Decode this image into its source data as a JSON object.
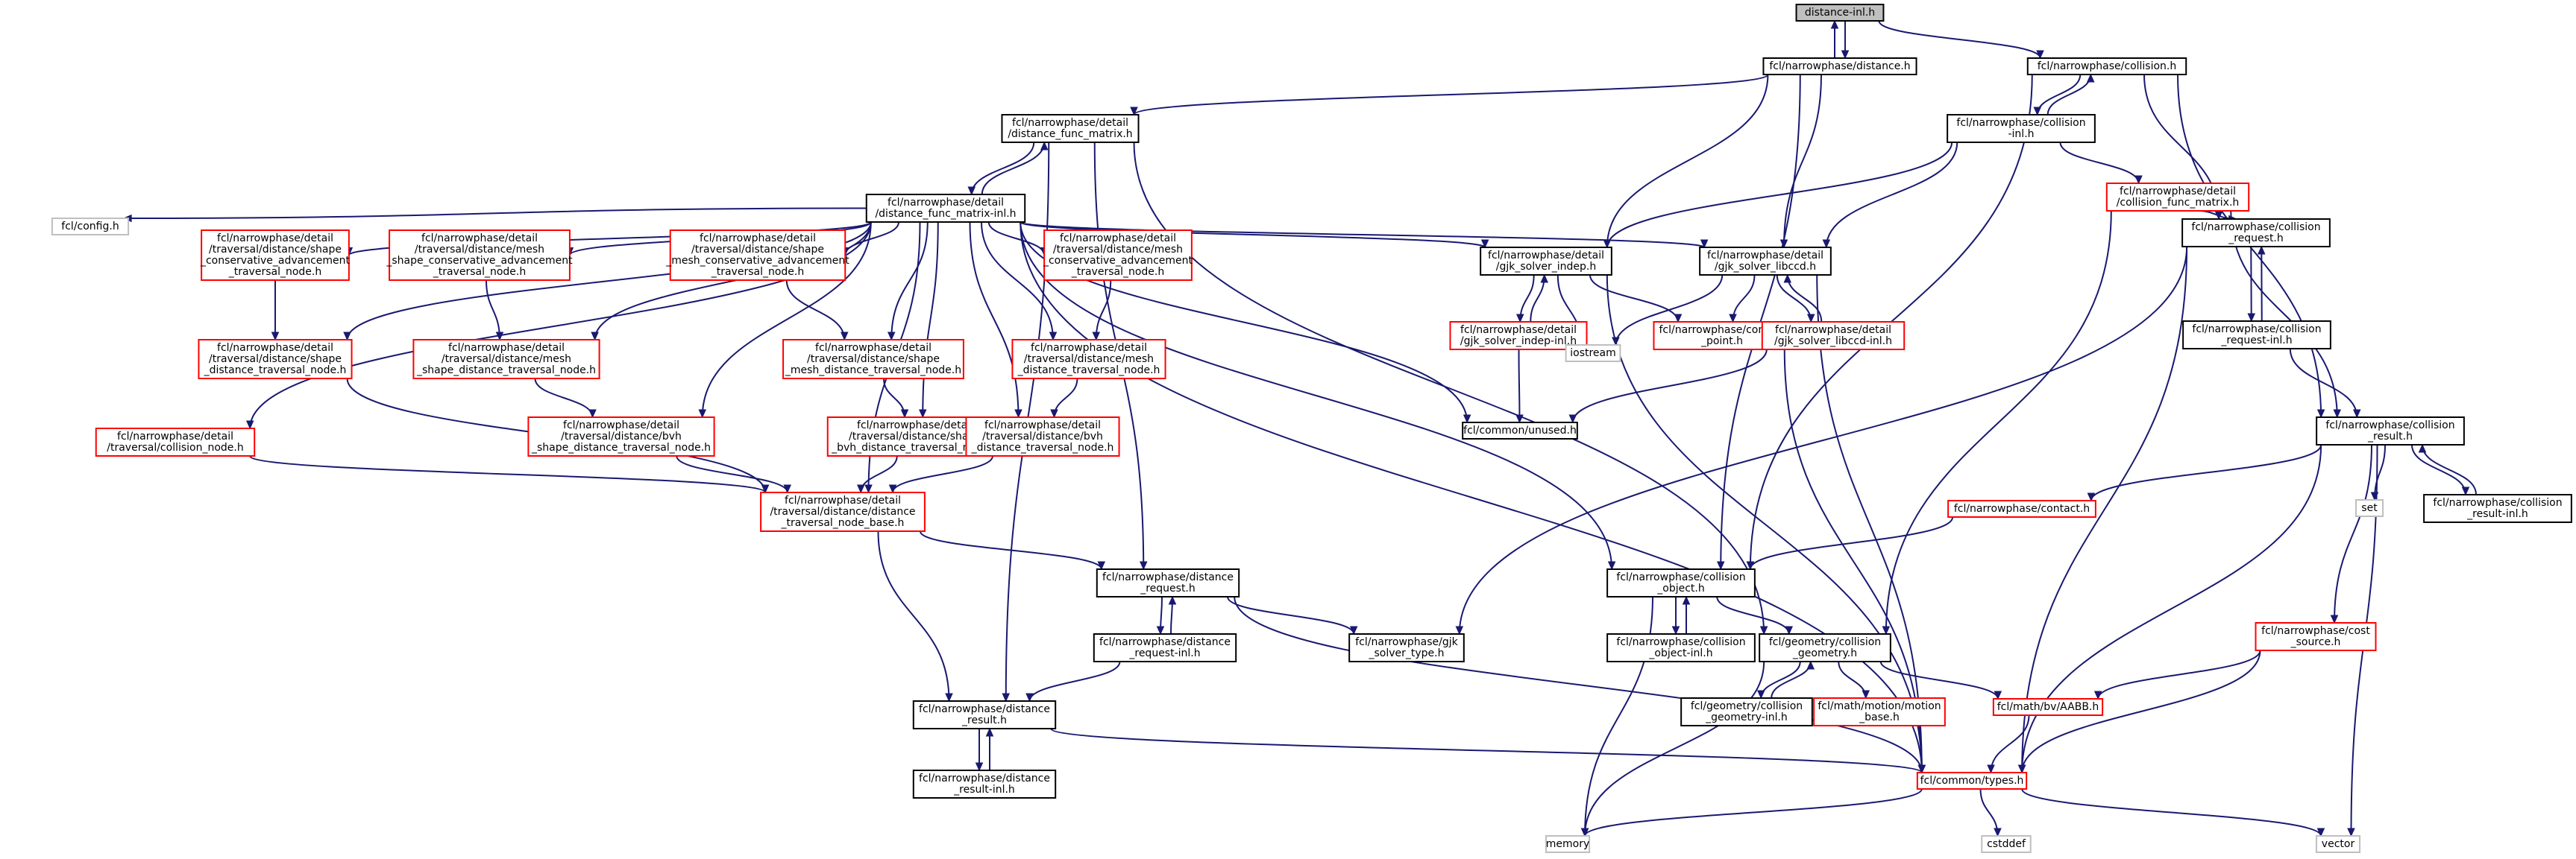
{
  "colors": {
    "edge": "#191970",
    "black_border": "#000000",
    "red_border": "#ff0000",
    "gray_border": "#bfbfbf",
    "root_fill": "#bfbfbf"
  },
  "graph": {
    "nodes": [
      {
        "id": "root",
        "lines": [
          "distance-inl.h"
        ],
        "kind": "root"
      },
      {
        "id": "nd",
        "lines": [
          "fcl/narrowphase/distance.h"
        ],
        "kind": "black"
      },
      {
        "id": "nc",
        "lines": [
          "fcl/narrowphase/collision.h"
        ],
        "kind": "black"
      },
      {
        "id": "dfm",
        "lines": [
          "fcl/narrowphase/detail",
          "/distance_func_matrix.h"
        ],
        "kind": "black"
      },
      {
        "id": "nci",
        "lines": [
          "fcl/narrowphase/collision",
          "-inl.h"
        ],
        "kind": "black"
      },
      {
        "id": "dfmi",
        "lines": [
          "fcl/narrowphase/detail",
          "/distance_func_matrix-inl.h"
        ],
        "kind": "black"
      },
      {
        "id": "cfm",
        "lines": [
          "fcl/narrowphase/detail",
          "/collision_func_matrix.h"
        ],
        "kind": "red"
      },
      {
        "id": "cfg",
        "lines": [
          "fcl/config.h"
        ],
        "kind": "gray"
      },
      {
        "id": "scatn",
        "lines": [
          "fcl/narrowphase/detail",
          "/traversal/distance/shape",
          "_conservative_advancement",
          "_traversal_node.h"
        ],
        "kind": "red"
      },
      {
        "id": "mscatn",
        "lines": [
          "fcl/narrowphase/detail",
          "/traversal/distance/mesh",
          "_shape_conservative_advancement",
          "_traversal_node.h"
        ],
        "kind": "red"
      },
      {
        "id": "smcatn",
        "lines": [
          "fcl/narrowphase/detail",
          "/traversal/distance/shape",
          "_mesh_conservative_advancement",
          "_traversal_node.h"
        ],
        "kind": "red"
      },
      {
        "id": "mcatn",
        "lines": [
          "fcl/narrowphase/detail",
          "/traversal/distance/mesh",
          "_conservative_advancement",
          "_traversal_node.h"
        ],
        "kind": "red"
      },
      {
        "id": "gji",
        "lines": [
          "fcl/narrowphase/detail",
          "/gjk_solver_indep.h"
        ],
        "kind": "black"
      },
      {
        "id": "gjl",
        "lines": [
          "fcl/narrowphase/detail",
          "/gjk_solver_libccd.h"
        ],
        "kind": "black"
      },
      {
        "id": "creq",
        "lines": [
          "fcl/narrowphase/collision",
          "_request.h"
        ],
        "kind": "black"
      },
      {
        "id": "sdtn",
        "lines": [
          "fcl/narrowphase/detail",
          "/traversal/distance/shape",
          "_distance_traversal_node.h"
        ],
        "kind": "red"
      },
      {
        "id": "msdtn",
        "lines": [
          "fcl/narrowphase/detail",
          "/traversal/distance/mesh",
          "_shape_distance_traversal_node.h"
        ],
        "kind": "red"
      },
      {
        "id": "smdtn",
        "lines": [
          "fcl/narrowphase/detail",
          "/traversal/distance/shape",
          "_mesh_distance_traversal_node.h"
        ],
        "kind": "red"
      },
      {
        "id": "mdtn",
        "lines": [
          "fcl/narrowphase/detail",
          "/traversal/distance/mesh",
          "_distance_traversal_node.h"
        ],
        "kind": "red"
      },
      {
        "id": "gjii",
        "lines": [
          "fcl/narrowphase/detail",
          "/gjk_solver_indep-inl.h"
        ],
        "kind": "red"
      },
      {
        "id": "ios",
        "lines": [
          "iostream"
        ],
        "kind": "gray"
      },
      {
        "id": "cp",
        "lines": [
          "fcl/narrowphase/contact",
          "_point.h"
        ],
        "kind": "red"
      },
      {
        "id": "gjli",
        "lines": [
          "fcl/narrowphase/detail",
          "/gjk_solver_libccd-inl.h"
        ],
        "kind": "red"
      },
      {
        "id": "creqi",
        "lines": [
          "fcl/narrowphase/collision",
          "_request-inl.h"
        ],
        "kind": "black"
      },
      {
        "id": "ctn",
        "lines": [
          "fcl/narrowphase/detail",
          "/traversal/collision_node.h"
        ],
        "kind": "red"
      },
      {
        "id": "bsdtn",
        "lines": [
          "fcl/narrowphase/detail",
          "/traversal/distance/bvh",
          "_shape_distance_traversal_node.h"
        ],
        "kind": "red"
      },
      {
        "id": "sbdtn",
        "lines": [
          "fcl/narrowphase/detail",
          "/traversal/distance/shape",
          "_bvh_distance_traversal_node.h"
        ],
        "kind": "red"
      },
      {
        "id": "bdtn",
        "lines": [
          "fcl/narrowphase/detail",
          "/traversal/distance/bvh",
          "_distance_traversal_node.h"
        ],
        "kind": "red"
      },
      {
        "id": "unused",
        "lines": [
          "fcl/common/unused.h"
        ],
        "kind": "black"
      },
      {
        "id": "cres",
        "lines": [
          "fcl/narrowphase/collision",
          "_result.h"
        ],
        "kind": "black"
      },
      {
        "id": "dtnb",
        "lines": [
          "fcl/narrowphase/detail",
          "/traversal/distance/distance",
          "_traversal_node_base.h"
        ],
        "kind": "red"
      },
      {
        "id": "contact",
        "lines": [
          "fcl/narrowphase/contact.h"
        ],
        "kind": "red"
      },
      {
        "id": "set",
        "lines": [
          "set"
        ],
        "kind": "gray"
      },
      {
        "id": "cresi",
        "lines": [
          "fcl/narrowphase/collision",
          "_result-inl.h"
        ],
        "kind": "black"
      },
      {
        "id": "dreq",
        "lines": [
          "fcl/narrowphase/distance",
          "_request.h"
        ],
        "kind": "black"
      },
      {
        "id": "cobj",
        "lines": [
          "fcl/narrowphase/collision",
          "_object.h"
        ],
        "kind": "black"
      },
      {
        "id": "gst",
        "lines": [
          "fcl/narrowphase/gjk",
          "_solver_type.h"
        ],
        "kind": "black"
      },
      {
        "id": "dreqi",
        "lines": [
          "fcl/narrowphase/distance",
          "_request-inl.h"
        ],
        "kind": "black"
      },
      {
        "id": "cobji",
        "lines": [
          "fcl/narrowphase/collision",
          "_object-inl.h"
        ],
        "kind": "black"
      },
      {
        "id": "cgeo",
        "lines": [
          "fcl/geometry/collision",
          "_geometry.h"
        ],
        "kind": "black"
      },
      {
        "id": "csrc",
        "lines": [
          "fcl/narrowphase/cost",
          "_source.h"
        ],
        "kind": "red"
      },
      {
        "id": "dres",
        "lines": [
          "fcl/narrowphase/distance",
          "_result.h"
        ],
        "kind": "black"
      },
      {
        "id": "cgeoi",
        "lines": [
          "fcl/geometry/collision",
          "_geometry-inl.h"
        ],
        "kind": "black"
      },
      {
        "id": "mmb",
        "lines": [
          "fcl/math/motion/motion",
          "_base.h"
        ],
        "kind": "red"
      },
      {
        "id": "aabb",
        "lines": [
          "fcl/math/bv/AABB.h"
        ],
        "kind": "red"
      },
      {
        "id": "dresi",
        "lines": [
          "fcl/narrowphase/distance",
          "_result-inl.h"
        ],
        "kind": "black"
      },
      {
        "id": "types",
        "lines": [
          "fcl/common/types.h"
        ],
        "kind": "red"
      },
      {
        "id": "memory",
        "lines": [
          "memory"
        ],
        "kind": "gray"
      },
      {
        "id": "cstddef",
        "lines": [
          "cstddef"
        ],
        "kind": "gray"
      },
      {
        "id": "vector",
        "lines": [
          "vector"
        ],
        "kind": "gray"
      }
    ],
    "edges": [
      [
        "root",
        "nd"
      ],
      [
        "nd",
        "root"
      ],
      [
        "root",
        "nc"
      ],
      [
        "nd",
        "dfm"
      ],
      [
        "nd",
        "gji"
      ],
      [
        "nd",
        "gjl"
      ],
      [
        "nd",
        "cobj"
      ],
      [
        "nc",
        "nci"
      ],
      [
        "nci",
        "nc"
      ],
      [
        "nc",
        "creq"
      ],
      [
        "nc",
        "cres"
      ],
      [
        "nc",
        "cobj"
      ],
      [
        "nci",
        "cfm"
      ],
      [
        "nci",
        "gji"
      ],
      [
        "nci",
        "gjl"
      ],
      [
        "dfm",
        "dfmi"
      ],
      [
        "dfmi",
        "dfm"
      ],
      [
        "dfm",
        "dreq"
      ],
      [
        "dfm",
        "dres"
      ],
      [
        "dfm",
        "cgeo"
      ],
      [
        "dfmi",
        "cfg"
      ],
      [
        "dfmi",
        "scatn"
      ],
      [
        "dfmi",
        "mscatn"
      ],
      [
        "dfmi",
        "smcatn"
      ],
      [
        "dfmi",
        "mcatn"
      ],
      [
        "dfmi",
        "gji"
      ],
      [
        "dfmi",
        "gjl"
      ],
      [
        "dfmi",
        "sdtn"
      ],
      [
        "dfmi",
        "msdtn"
      ],
      [
        "dfmi",
        "smdtn"
      ],
      [
        "dfmi",
        "mdtn"
      ],
      [
        "dfmi",
        "ctn"
      ],
      [
        "dfmi",
        "bsdtn"
      ],
      [
        "dfmi",
        "sbdtn"
      ],
      [
        "dfmi",
        "bdtn"
      ],
      [
        "dfmi",
        "dtnb"
      ],
      [
        "dfmi",
        "unused"
      ],
      [
        "dfmi",
        "cobj"
      ],
      [
        "dfmi",
        "types"
      ],
      [
        "cfm",
        "creq"
      ],
      [
        "cfm",
        "cres"
      ],
      [
        "cfm",
        "cgeo"
      ],
      [
        "scatn",
        "sdtn"
      ],
      [
        "mscatn",
        "msdtn"
      ],
      [
        "smcatn",
        "smdtn"
      ],
      [
        "mcatn",
        "mdtn"
      ],
      [
        "sdtn",
        "dtnb"
      ],
      [
        "msdtn",
        "bsdtn"
      ],
      [
        "smdtn",
        "sbdtn"
      ],
      [
        "mdtn",
        "bdtn"
      ],
      [
        "ctn",
        "dtnb"
      ],
      [
        "bsdtn",
        "dtnb"
      ],
      [
        "sbdtn",
        "dtnb"
      ],
      [
        "bdtn",
        "dtnb"
      ],
      [
        "gji",
        "gjii"
      ],
      [
        "gjii",
        "gji"
      ],
      [
        "gji",
        "ios"
      ],
      [
        "gji",
        "cp"
      ],
      [
        "gji",
        "types"
      ],
      [
        "gjii",
        "unused"
      ],
      [
        "gjl",
        "gjli"
      ],
      [
        "gjli",
        "gjl"
      ],
      [
        "gjl",
        "ios"
      ],
      [
        "gjl",
        "cp"
      ],
      [
        "gjl",
        "types"
      ],
      [
        "gjli",
        "unused"
      ],
      [
        "creq",
        "creqi"
      ],
      [
        "creqi",
        "creq"
      ],
      [
        "creq",
        "gst"
      ],
      [
        "creq",
        "types"
      ],
      [
        "creqi",
        "cres"
      ],
      [
        "cres",
        "cresi"
      ],
      [
        "cresi",
        "cres"
      ],
      [
        "cres",
        "contact"
      ],
      [
        "cres",
        "set"
      ],
      [
        "cres",
        "csrc"
      ],
      [
        "cres",
        "types"
      ],
      [
        "cres",
        "vector"
      ],
      [
        "contact",
        "cobj"
      ],
      [
        "cp",
        "types"
      ],
      [
        "dtnb",
        "dreq"
      ],
      [
        "dtnb",
        "dres"
      ],
      [
        "dreq",
        "dreqi"
      ],
      [
        "dreqi",
        "dreq"
      ],
      [
        "dreqi",
        "dres"
      ],
      [
        "dreq",
        "gst"
      ],
      [
        "dreq",
        "types"
      ],
      [
        "dres",
        "dresi"
      ],
      [
        "dresi",
        "dres"
      ],
      [
        "dres",
        "types"
      ],
      [
        "cobj",
        "cobji"
      ],
      [
        "cobji",
        "cobj"
      ],
      [
        "cobj",
        "cgeo"
      ],
      [
        "cobj",
        "memory"
      ],
      [
        "cgeo",
        "cgeoi"
      ],
      [
        "cgeoi",
        "cgeo"
      ],
      [
        "cgeo",
        "mmb"
      ],
      [
        "cgeo",
        "aabb"
      ],
      [
        "cgeo",
        "memory"
      ],
      [
        "csrc",
        "aabb"
      ],
      [
        "csrc",
        "types"
      ],
      [
        "aabb",
        "types"
      ],
      [
        "types",
        "memory"
      ],
      [
        "types",
        "cstddef"
      ],
      [
        "types",
        "vector"
      ]
    ]
  }
}
